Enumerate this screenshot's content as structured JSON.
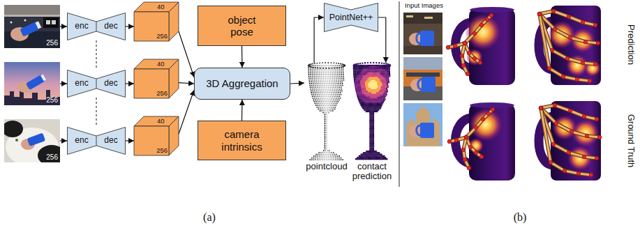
{
  "diagram": {
    "nodes": [
      {
        "text": [
          "256"
        ]
      },
      {
        "text": [
          "enc",
          "dec"
        ]
      },
      {
        "text": [
          "40",
          "256"
        ]
      },
      {
        "text": [
          "256"
        ]
      },
      {
        "text": [
          "enc",
          "dec"
        ]
      },
      {
        "text": [
          "40",
          "256"
        ]
      },
      {
        "text": [
          "256"
        ]
      },
      {
        "text": [
          "enc",
          "dec"
        ]
      },
      {
        "text": [
          "40",
          "256"
        ]
      },
      {
        "text": [
          "object pose"
        ]
      },
      {
        "text": [
          "3D Aggregation"
        ]
      },
      {
        "text": [
          "camera intrinsics"
        ]
      },
      {
        "text": [
          "PointNet++"
        ]
      },
      {
        "text": [
          "pointcloud"
        ]
      },
      {
        "text": [
          "contact prediction"
        ]
      }
    ],
    "edges": [
      {
        "from": 0,
        "to": 1,
        "arrow": "to"
      },
      {
        "from": 1,
        "to": 2,
        "arrow": "to"
      },
      {
        "from": 3,
        "to": 4,
        "arrow": "to"
      },
      {
        "from": 4,
        "to": 5,
        "arrow": "to"
      },
      {
        "from": 6,
        "to": 7,
        "arrow": "to"
      },
      {
        "from": 7,
        "to": 8,
        "arrow": "to"
      },
      {
        "from": 1,
        "to": 4,
        "arrow": "none"
      },
      {
        "from": 4,
        "to": 7,
        "arrow": "none"
      },
      {
        "from": 2,
        "to": 10,
        "arrow": "to"
      },
      {
        "from": 5,
        "to": 10,
        "arrow": "to"
      },
      {
        "from": 8,
        "to": 10,
        "arrow": "to"
      },
      {
        "from": 9,
        "to": 10,
        "arrow": "to"
      },
      {
        "from": 11,
        "to": 10,
        "arrow": "to"
      },
      {
        "from": 10,
        "to": 13,
        "arrow": "to"
      },
      {
        "from": 13,
        "to": 12,
        "arrow": "to"
      },
      {
        "from": 12,
        "to": 14,
        "arrow": "to"
      }
    ],
    "labels": [
      "Input Images",
      "Prediction",
      "Ground Truth",
      "(a)",
      "(b)"
    ]
  }
}
